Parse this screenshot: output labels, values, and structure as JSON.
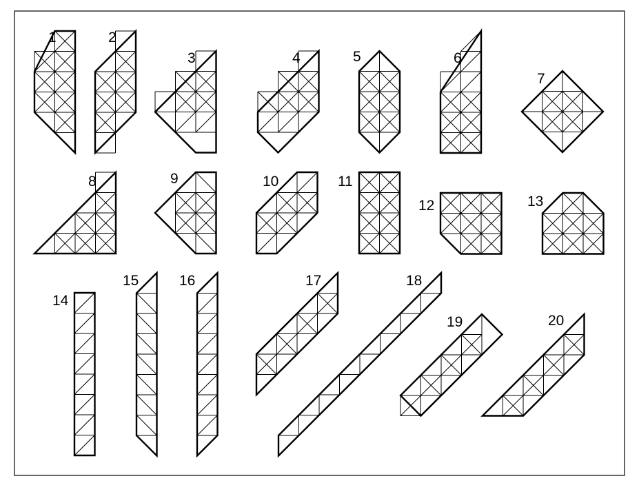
{
  "figure": {
    "shapes": [
      {
        "id": "1",
        "label": "1"
      },
      {
        "id": "2",
        "label": "2"
      },
      {
        "id": "3",
        "label": "3"
      },
      {
        "id": "4",
        "label": "4"
      },
      {
        "id": "5",
        "label": "5"
      },
      {
        "id": "6",
        "label": "6"
      },
      {
        "id": "7",
        "label": "7"
      },
      {
        "id": "8",
        "label": "8"
      },
      {
        "id": "9",
        "label": "9"
      },
      {
        "id": "10",
        "label": "10"
      },
      {
        "id": "11",
        "label": "11"
      },
      {
        "id": "12",
        "label": "12"
      },
      {
        "id": "13",
        "label": "13"
      },
      {
        "id": "14",
        "label": "14"
      },
      {
        "id": "15",
        "label": "15"
      },
      {
        "id": "16",
        "label": "16"
      },
      {
        "id": "17",
        "label": "17"
      },
      {
        "id": "18",
        "label": "18"
      },
      {
        "id": "19",
        "label": "19"
      },
      {
        "id": "20",
        "label": "20"
      }
    ]
  }
}
